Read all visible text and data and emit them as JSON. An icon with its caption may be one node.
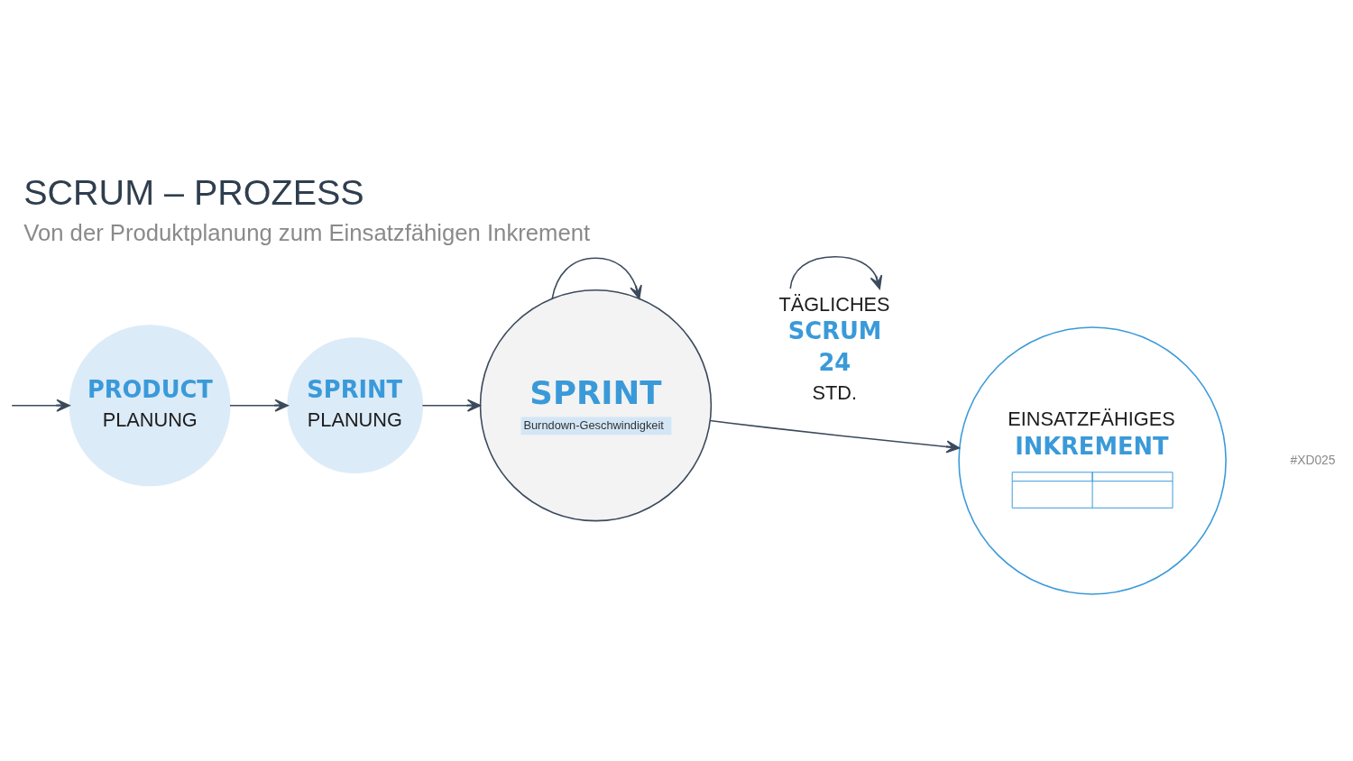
{
  "diagram": {
    "title": "SCRUM – PROZESS",
    "caption": "Von der Produktplanung zum Einsatzfähigen Inkrement",
    "nodes": [
      {
        "text": [
          "PRODUCT",
          "PLANUNG"
        ]
      },
      {
        "text": [
          "SPRINT",
          "PLANUNG"
        ]
      },
      {
        "text": [
          "SPRINT",
          "Burndown-Geschwindigkeit"
        ]
      },
      {
        "text": [
          "TÄGLICHES",
          "SCRUM",
          "24",
          "STD."
        ]
      },
      {
        "text": [
          "EINSATZFÄHIGES",
          "INKREMENT"
        ]
      }
    ],
    "edges": [
      {
        "from": null,
        "to": 0,
        "arrow": "to"
      },
      {
        "from": 0,
        "to": 1,
        "arrow": "to"
      },
      {
        "from": 1,
        "to": 2,
        "arrow": "to"
      },
      {
        "from": 2,
        "to": 2,
        "arrow": "to"
      },
      {
        "from": 3,
        "to": 3,
        "arrow": "to"
      },
      {
        "from": 2,
        "to": 4,
        "arrow": "to"
      }
    ],
    "labels": [
      "#XD025"
    ]
  }
}
